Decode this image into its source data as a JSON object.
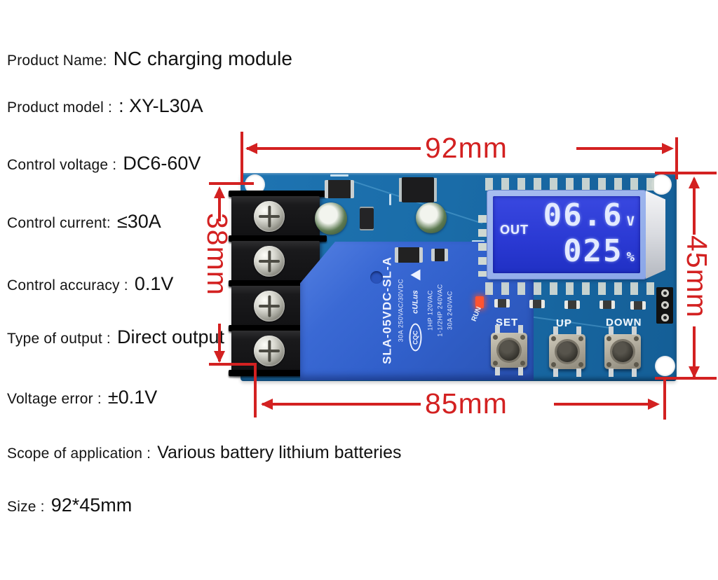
{
  "specs": [
    {
      "label": "Product Name:",
      "value": "NC charging module"
    },
    {
      "label": "Product model :",
      "value": ": XY-L30A"
    },
    {
      "label": "Control voltage :",
      "value": "DC6-60V"
    },
    {
      "label": "Control current:",
      "value": "≤30A"
    },
    {
      "label": "Control accuracy :",
      "value": "0.1V"
    },
    {
      "label": "Type of output :",
      "value": "Direct output"
    },
    {
      "label": "Voltage error :",
      "value": "±0.1V"
    },
    {
      "label": "Scope of application :",
      "value": "Various battery lithium batteries"
    },
    {
      "label": "Size :",
      "value": "92*45mm"
    }
  ],
  "dimensions": {
    "top": "92mm",
    "right": "45mm",
    "left": "38mm",
    "bottom": "85mm"
  },
  "board": {
    "lcd": {
      "out_label": "OUT",
      "voltage_value": "06.6",
      "voltage_unit": "V",
      "percent_value": "025",
      "percent_unit": "%"
    },
    "buttons": [
      {
        "label": "SET"
      },
      {
        "label": "UP"
      },
      {
        "label": "DOWN"
      }
    ],
    "run_label": "RUN",
    "relay": {
      "model": "SLA-05VDC-SL-A",
      "rating": "30A 250VAC/30VDC",
      "cqc_mark": "CQC",
      "ul_mark": "cULus",
      "rating2": "1HP 120VAC",
      "rating3": "1-1/2HP 240VAC",
      "rating4": "30A 240VAC"
    }
  },
  "colors": {
    "dimension_red": "#d32121",
    "pcb_blue": "#1a6ca8",
    "relay_blue": "#3160cb",
    "lcd_screen_blue": "#2b3ad4",
    "lcd_frame_blue": "#8aa6e8"
  }
}
